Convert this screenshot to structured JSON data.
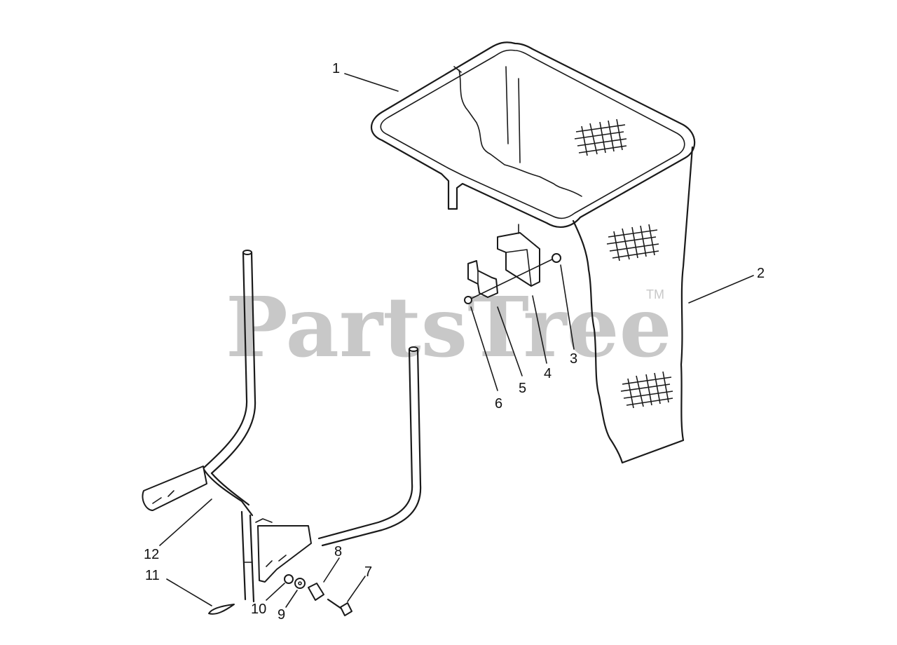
{
  "watermark": {
    "text": "PartsTree",
    "trademark": "TM"
  },
  "callouts": [
    {
      "id": "1",
      "label": "1"
    },
    {
      "id": "2",
      "label": "2"
    },
    {
      "id": "3",
      "label": "3"
    },
    {
      "id": "4",
      "label": "4"
    },
    {
      "id": "5",
      "label": "5"
    },
    {
      "id": "6",
      "label": "6"
    },
    {
      "id": "7",
      "label": "7"
    },
    {
      "id": "8",
      "label": "8"
    },
    {
      "id": "9",
      "label": "9"
    },
    {
      "id": "10",
      "label": "10"
    },
    {
      "id": "11",
      "label": "11"
    },
    {
      "id": "12",
      "label": "12"
    }
  ]
}
